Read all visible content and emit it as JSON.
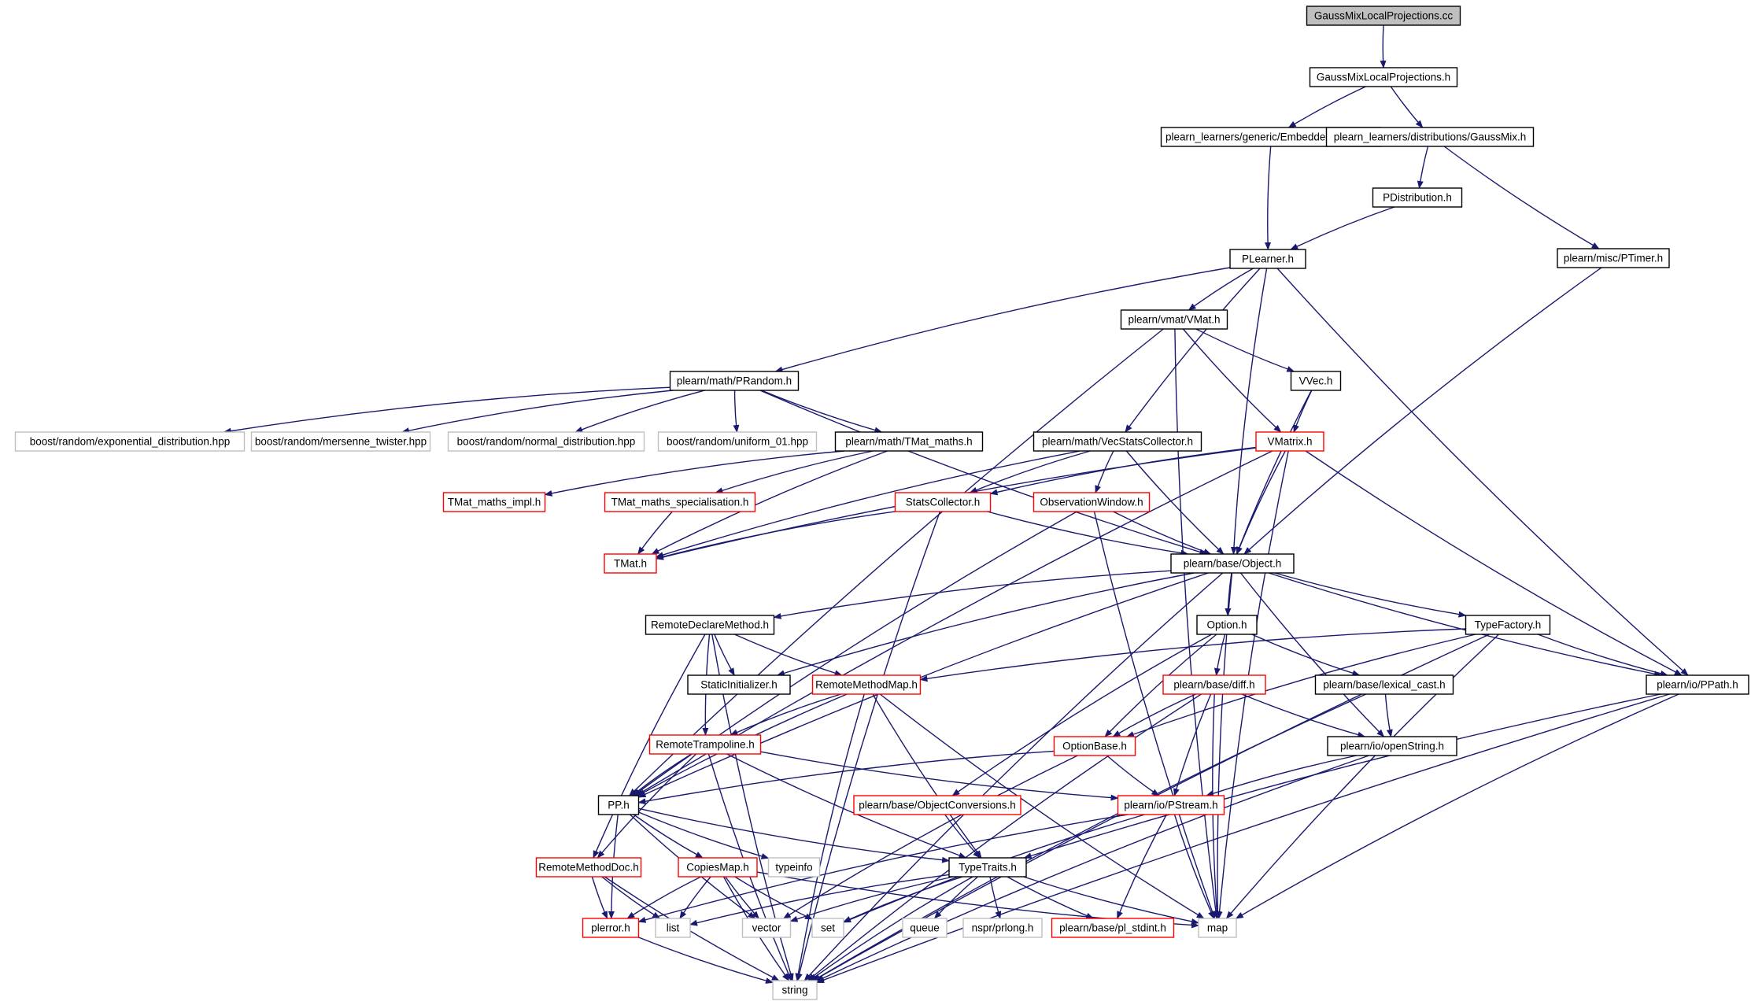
{
  "graph": {
    "colors": {
      "edge": "#191970",
      "node_border_default": "#000000",
      "node_border_truncated": "#ff0000",
      "node_border_system": "#bfbfbf",
      "root_fill": "#bfbfbf",
      "node_fill": "#ffffff"
    },
    "nodes": [
      {
        "id": "root",
        "label": "GaussMixLocalProjections.cc",
        "style": "root"
      },
      {
        "id": "gmlp_h",
        "label": "GaussMixLocalProjections.h",
        "style": "default"
      },
      {
        "id": "embedded",
        "label": "plearn_learners/generic/EmbeddedLearner.h",
        "style": "default"
      },
      {
        "id": "gaussmix",
        "label": "plearn_learners/distributions/GaussMix.h",
        "style": "default"
      },
      {
        "id": "pdist",
        "label": "PDistribution.h",
        "style": "default"
      },
      {
        "id": "ptimer",
        "label": "plearn/misc/PTimer.h",
        "style": "default"
      },
      {
        "id": "plearner",
        "label": "PLearner.h",
        "style": "default"
      },
      {
        "id": "vmat",
        "label": "plearn/vmat/VMat.h",
        "style": "default"
      },
      {
        "id": "prandom",
        "label": "plearn/math/PRandom.h",
        "style": "default"
      },
      {
        "id": "vvec",
        "label": "VVec.h",
        "style": "default"
      },
      {
        "id": "expdist",
        "label": "boost/random/exponential_distribution.hpp",
        "style": "system"
      },
      {
        "id": "mersenne",
        "label": "boost/random/mersenne_twister.hpp",
        "style": "system"
      },
      {
        "id": "normdist",
        "label": "boost/random/normal_distribution.hpp",
        "style": "system"
      },
      {
        "id": "uniform",
        "label": "boost/random/uniform_01.hpp",
        "style": "system"
      },
      {
        "id": "tmatmaths",
        "label": "plearn/math/TMat_maths.h",
        "style": "default"
      },
      {
        "id": "vecstats",
        "label": "plearn/math/VecStatsCollector.h",
        "style": "default"
      },
      {
        "id": "vmatrix",
        "label": "VMatrix.h",
        "style": "truncated"
      },
      {
        "id": "tmatimpl",
        "label": "TMat_maths_impl.h",
        "style": "truncated"
      },
      {
        "id": "tmatspec",
        "label": "TMat_maths_specialisation.h",
        "style": "truncated"
      },
      {
        "id": "statscoll",
        "label": "StatsCollector.h",
        "style": "truncated"
      },
      {
        "id": "obswin",
        "label": "ObservationWindow.h",
        "style": "truncated"
      },
      {
        "id": "tmat",
        "label": "TMat.h",
        "style": "truncated"
      },
      {
        "id": "object",
        "label": "plearn/base/Object.h",
        "style": "default"
      },
      {
        "id": "rdm",
        "label": "RemoteDeclareMethod.h",
        "style": "default"
      },
      {
        "id": "option",
        "label": "Option.h",
        "style": "default"
      },
      {
        "id": "typefactory",
        "label": "TypeFactory.h",
        "style": "default"
      },
      {
        "id": "staticinit",
        "label": "StaticInitializer.h",
        "style": "default"
      },
      {
        "id": "rmm",
        "label": "RemoteMethodMap.h",
        "style": "truncated"
      },
      {
        "id": "diff",
        "label": "plearn/base/diff.h",
        "style": "truncated"
      },
      {
        "id": "lexcast",
        "label": "plearn/base/lexical_cast.h",
        "style": "default"
      },
      {
        "id": "ppath",
        "label": "plearn/io/PPath.h",
        "style": "default"
      },
      {
        "id": "rtramp",
        "label": "RemoteTrampoline.h",
        "style": "truncated"
      },
      {
        "id": "optbase",
        "label": "OptionBase.h",
        "style": "truncated"
      },
      {
        "id": "openstring",
        "label": "plearn/io/openString.h",
        "style": "default"
      },
      {
        "id": "pp",
        "label": "PP.h",
        "style": "default"
      },
      {
        "id": "objconv",
        "label": "plearn/base/ObjectConversions.h",
        "style": "truncated"
      },
      {
        "id": "pstream",
        "label": "plearn/io/PStream.h",
        "style": "truncated"
      },
      {
        "id": "rmdoc",
        "label": "RemoteMethodDoc.h",
        "style": "truncated"
      },
      {
        "id": "copiesmap",
        "label": "CopiesMap.h",
        "style": "truncated"
      },
      {
        "id": "typeinfo",
        "label": "typeinfo",
        "style": "system"
      },
      {
        "id": "typetraits",
        "label": "TypeTraits.h",
        "style": "default"
      },
      {
        "id": "plerror",
        "label": "plerror.h",
        "style": "truncated"
      },
      {
        "id": "list",
        "label": "list",
        "style": "system"
      },
      {
        "id": "vector",
        "label": "vector",
        "style": "system"
      },
      {
        "id": "set",
        "label": "set",
        "style": "system"
      },
      {
        "id": "queue",
        "label": "queue",
        "style": "system"
      },
      {
        "id": "prlong",
        "label": "nspr/prlong.h",
        "style": "system"
      },
      {
        "id": "plstdint",
        "label": "plearn/base/pl_stdint.h",
        "style": "truncated"
      },
      {
        "id": "map",
        "label": "map",
        "style": "system"
      },
      {
        "id": "string",
        "label": "string",
        "style": "system"
      }
    ],
    "edges": [
      [
        "root",
        "gmlp_h"
      ],
      [
        "gmlp_h",
        "embedded"
      ],
      [
        "gmlp_h",
        "gaussmix"
      ],
      [
        "embedded",
        "plearner"
      ],
      [
        "gaussmix",
        "pdist"
      ],
      [
        "gaussmix",
        "ptimer"
      ],
      [
        "pdist",
        "plearner"
      ],
      [
        "ptimer",
        "object"
      ],
      [
        "plearner",
        "vmat"
      ],
      [
        "plearner",
        "prandom"
      ],
      [
        "plearner",
        "vecstats"
      ],
      [
        "plearner",
        "object"
      ],
      [
        "plearner",
        "ppath"
      ],
      [
        "vmat",
        "vvec"
      ],
      [
        "vmat",
        "vmatrix"
      ],
      [
        "vmat",
        "pp"
      ],
      [
        "vmat",
        "map"
      ],
      [
        "prandom",
        "expdist"
      ],
      [
        "prandom",
        "mersenne"
      ],
      [
        "prandom",
        "normdist"
      ],
      [
        "prandom",
        "uniform"
      ],
      [
        "prandom",
        "tmatmaths"
      ],
      [
        "prandom",
        "object"
      ],
      [
        "vvec",
        "vmatrix"
      ],
      [
        "vvec",
        "object"
      ],
      [
        "tmatmaths",
        "tmatimpl"
      ],
      [
        "tmatmaths",
        "tmatspec"
      ],
      [
        "tmatmaths",
        "tmat"
      ],
      [
        "tmatspec",
        "tmat"
      ],
      [
        "vecstats",
        "statscoll"
      ],
      [
        "vecstats",
        "obswin"
      ],
      [
        "vecstats",
        "object"
      ],
      [
        "vecstats",
        "tmat"
      ],
      [
        "vmatrix",
        "statscoll"
      ],
      [
        "vmatrix",
        "object"
      ],
      [
        "vmatrix",
        "ppath"
      ],
      [
        "vmatrix",
        "tmat"
      ],
      [
        "vmatrix",
        "pp"
      ],
      [
        "vmatrix",
        "map"
      ],
      [
        "statscoll",
        "tmat"
      ],
      [
        "statscoll",
        "object"
      ],
      [
        "statscoll",
        "string"
      ],
      [
        "obswin",
        "object"
      ],
      [
        "obswin",
        "pp"
      ],
      [
        "obswin",
        "map"
      ],
      [
        "object",
        "rdm"
      ],
      [
        "object",
        "option"
      ],
      [
        "object",
        "typefactory"
      ],
      [
        "object",
        "staticinit"
      ],
      [
        "object",
        "ppath"
      ],
      [
        "object",
        "openstring"
      ],
      [
        "object",
        "pp"
      ],
      [
        "object",
        "map"
      ],
      [
        "object",
        "string"
      ],
      [
        "rdm",
        "staticinit"
      ],
      [
        "rdm",
        "rmm"
      ],
      [
        "rdm",
        "rtramp"
      ],
      [
        "rdm",
        "rmdoc"
      ],
      [
        "rdm",
        "string"
      ],
      [
        "option",
        "diff"
      ],
      [
        "option",
        "lexcast"
      ],
      [
        "option",
        "optbase"
      ],
      [
        "option",
        "objconv"
      ],
      [
        "typefactory",
        "ppath"
      ],
      [
        "typefactory",
        "rmm"
      ],
      [
        "typefactory",
        "optbase"
      ],
      [
        "typefactory",
        "map"
      ],
      [
        "typefactory",
        "string"
      ],
      [
        "rmm",
        "rtramp"
      ],
      [
        "rmm",
        "pp"
      ],
      [
        "rmm",
        "typetraits"
      ],
      [
        "rmm",
        "map"
      ],
      [
        "rmm",
        "string"
      ],
      [
        "diff",
        "optbase"
      ],
      [
        "diff",
        "openstring"
      ],
      [
        "diff",
        "pstream"
      ],
      [
        "diff",
        "map"
      ],
      [
        "diff",
        "string"
      ],
      [
        "lexcast",
        "openstring"
      ],
      [
        "lexcast",
        "string"
      ],
      [
        "ppath",
        "typetraits"
      ],
      [
        "ppath",
        "map"
      ],
      [
        "ppath",
        "string"
      ],
      [
        "rtramp",
        "pp"
      ],
      [
        "rtramp",
        "rmdoc"
      ],
      [
        "rtramp",
        "pstream"
      ],
      [
        "rtramp",
        "typetraits"
      ],
      [
        "rtramp",
        "string"
      ],
      [
        "optbase",
        "pp"
      ],
      [
        "optbase",
        "pstream"
      ],
      [
        "optbase",
        "vector"
      ],
      [
        "openstring",
        "pstream"
      ],
      [
        "openstring",
        "string"
      ],
      [
        "pp",
        "copiesmap"
      ],
      [
        "pp",
        "typeinfo"
      ],
      [
        "pp",
        "typetraits"
      ],
      [
        "pp",
        "plerror"
      ],
      [
        "pp",
        "vector"
      ],
      [
        "objconv",
        "typetraits"
      ],
      [
        "pstream",
        "plerror"
      ],
      [
        "pstream",
        "plstdint"
      ],
      [
        "pstream",
        "map"
      ],
      [
        "pstream",
        "set"
      ],
      [
        "rmdoc",
        "list"
      ],
      [
        "rmdoc",
        "plerror"
      ],
      [
        "rmdoc",
        "string"
      ],
      [
        "copiesmap",
        "plerror"
      ],
      [
        "copiesmap",
        "list"
      ],
      [
        "copiesmap",
        "vector"
      ],
      [
        "copiesmap",
        "set"
      ],
      [
        "copiesmap",
        "map"
      ],
      [
        "copiesmap",
        "string"
      ],
      [
        "typetraits",
        "list"
      ],
      [
        "typetraits",
        "vector"
      ],
      [
        "typetraits",
        "set"
      ],
      [
        "typetraits",
        "queue"
      ],
      [
        "typetraits",
        "prlong"
      ],
      [
        "typetraits",
        "plstdint"
      ],
      [
        "typetraits",
        "map"
      ],
      [
        "typetraits",
        "string"
      ],
      [
        "plerror",
        "string"
      ]
    ]
  }
}
